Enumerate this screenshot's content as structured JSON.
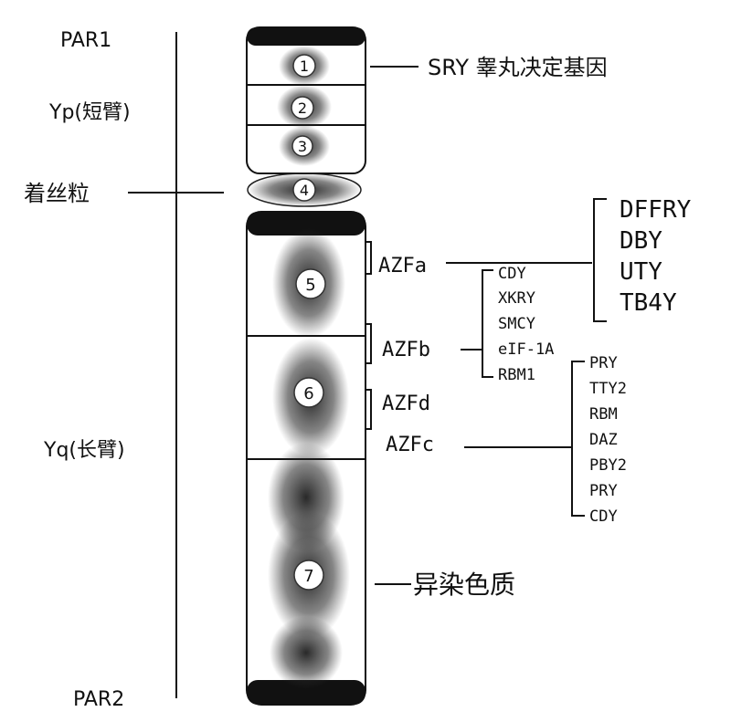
{
  "left_labels": {
    "par1": "PAR1",
    "yp": "Yp(短臂)",
    "centromere": "着丝粒",
    "yq": "Yq(长臂)",
    "par2": "PAR2"
  },
  "regions": [
    "1",
    "2",
    "3",
    "4",
    "5",
    "6",
    "7"
  ],
  "sry_label": "SRY 睾丸决定基因",
  "heterochromatin_label": "异染色质",
  "azf": {
    "a": "AZFa",
    "b": "AZFb",
    "d": "AZFd",
    "c": "AZFc"
  },
  "genes_azfa": [
    "DFFRY",
    "DBY",
    "UTY",
    "TB4Y"
  ],
  "genes_azfb": [
    "CDY",
    "XKRY",
    "SMCY",
    "eIF-1A",
    "RBM1"
  ],
  "genes_azfc": [
    "PRY",
    "TTY2",
    "RBM",
    "DAZ",
    "PBY2",
    "PRY",
    "CDY"
  ]
}
